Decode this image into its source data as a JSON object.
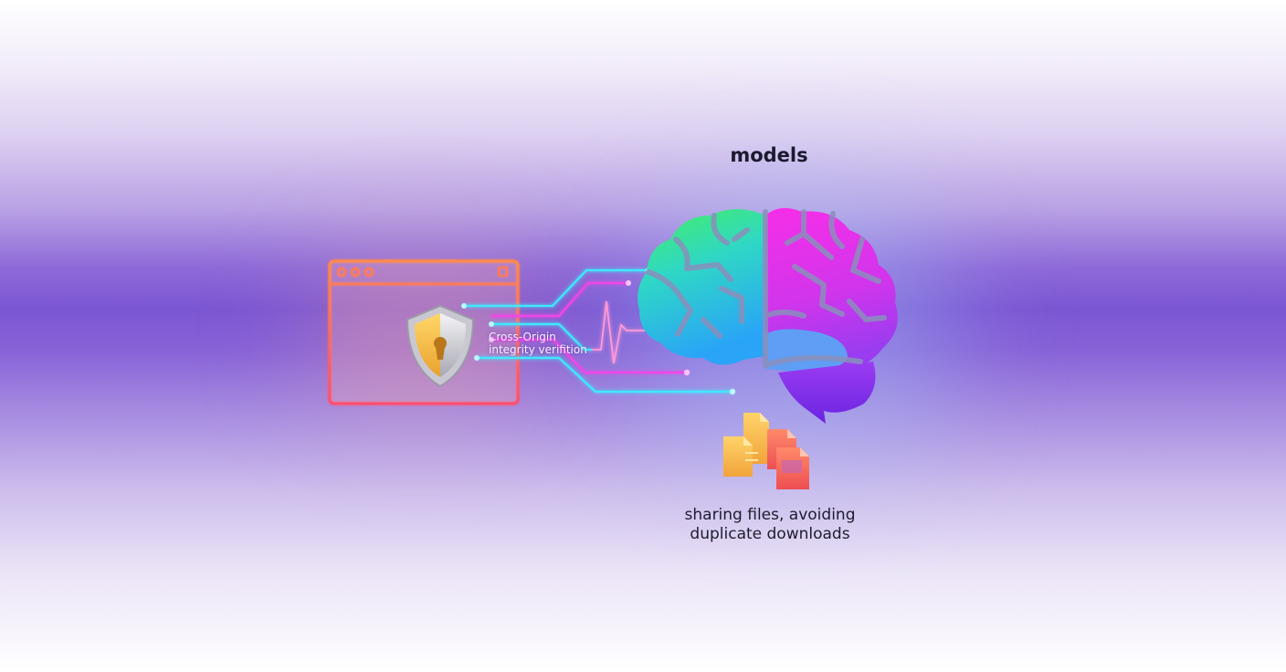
{
  "diagram": {
    "title": "models",
    "verification_label": [
      "Cross-Origin",
      "integrity verifition"
    ],
    "caption": [
      "sharing files, avoiding",
      "duplicate downloads"
    ]
  },
  "icons": {
    "browser": "browser-window-icon",
    "shield": "shield-keyhole-icon",
    "brain": "brain-icon",
    "files": "files-stack-icon",
    "pulse": "heartbeat-pulse-icon"
  },
  "colors": {
    "browser_frame": "#ff6a4e",
    "link_cyan": "#36e6ff",
    "link_magenta": "#f040e6",
    "brain_green": "#3cf06a",
    "brain_cyan": "#2fc6f5",
    "brain_magenta": "#ee2eea",
    "brain_purple": "#8a2ef0",
    "shield_gold": "#f2b740"
  }
}
